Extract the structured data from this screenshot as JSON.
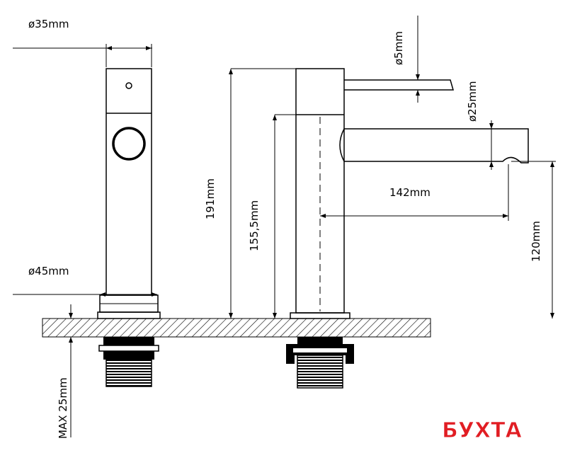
{
  "labels": {
    "d35": "ø35mm",
    "d45": "ø45mm",
    "max": "MAX 25mm",
    "h191": "191mm",
    "h155": "155,5mm",
    "d5": "ø5mm",
    "d25": "ø25mm",
    "l142": "142mm",
    "h120": "120mm"
  },
  "logo": {
    "text": "БУХТА",
    "color": "#e11d23"
  }
}
